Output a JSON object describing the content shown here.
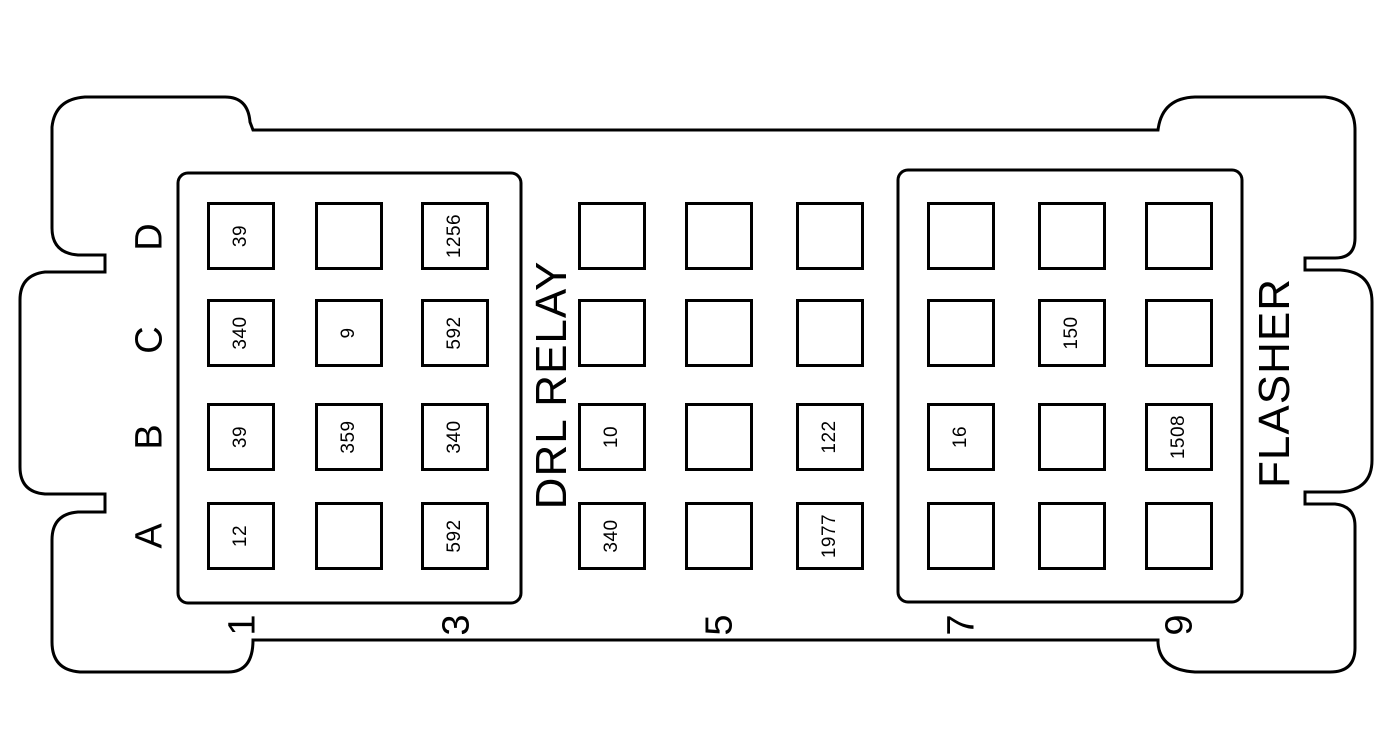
{
  "connector": {
    "row_labels": [
      "D",
      "C",
      "B",
      "A"
    ],
    "column_labels": [
      {
        "col": 1,
        "label": "1"
      },
      {
        "col": 3,
        "label": "3"
      },
      {
        "col": 5,
        "label": "5"
      },
      {
        "col": 7,
        "label": "7"
      },
      {
        "col": 9,
        "label": "9"
      }
    ],
    "group_labels": {
      "drl_relay": "DRL RELAY",
      "flasher": "FLASHER"
    },
    "rows": [
      {
        "row": "D",
        "cells": [
          "39",
          "",
          "1256",
          "",
          "",
          "",
          "",
          "",
          ""
        ]
      },
      {
        "row": "C",
        "cells": [
          "340",
          "9",
          "592",
          "",
          "",
          "",
          "",
          "150",
          ""
        ]
      },
      {
        "row": "B",
        "cells": [
          "39",
          "359",
          "340",
          "10",
          "",
          "122",
          "16",
          "",
          "1508"
        ]
      },
      {
        "row": "A",
        "cells": [
          "12",
          "",
          "592",
          "340",
          "",
          "1977",
          "",
          "",
          ""
        ]
      }
    ]
  }
}
